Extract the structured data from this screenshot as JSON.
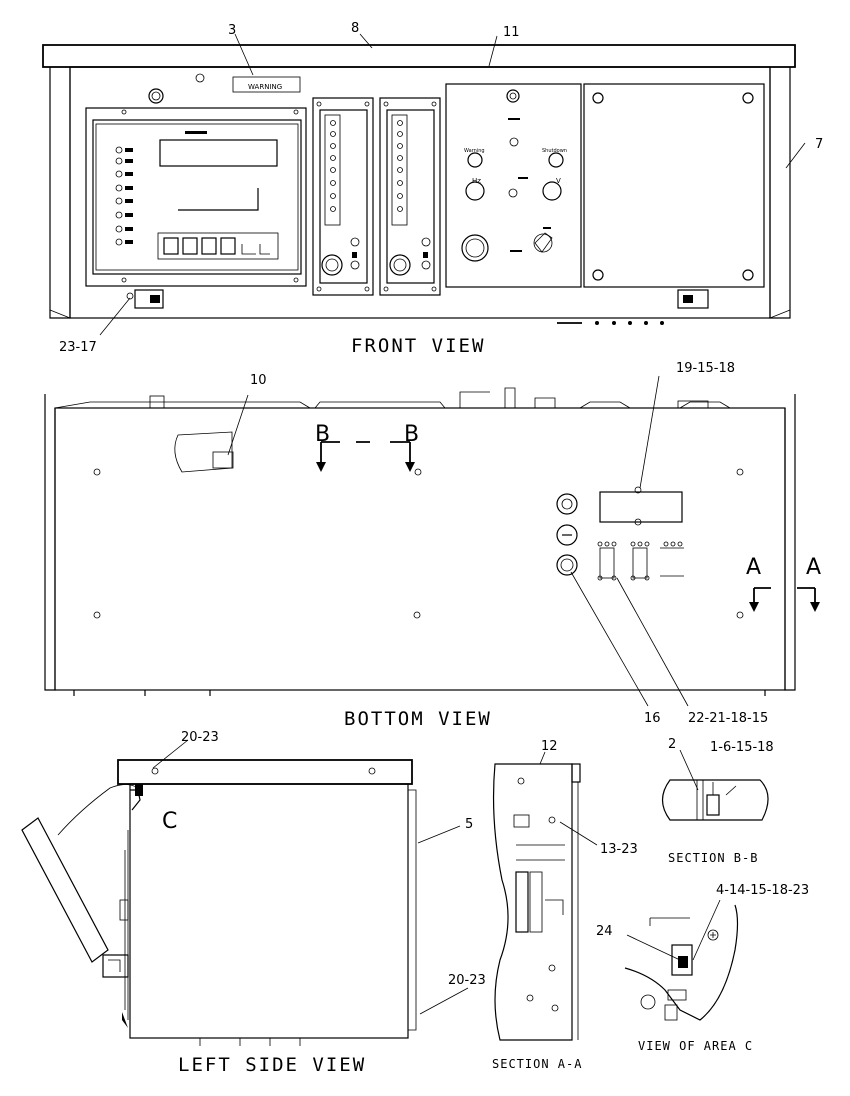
{
  "views": {
    "front": "FRONT VIEW",
    "bottom": "BOTTOM VIEW",
    "left_side": "LEFT SIDE VIEW",
    "section_aa": "SECTION A-A",
    "section_bb": "SECTION B-B",
    "area_c": "VIEW OF AREA C"
  },
  "callouts": {
    "c3": "3",
    "c8": "8",
    "c11": "11",
    "c7": "7",
    "c23_17": "23-17",
    "c10": "10",
    "c19_15_18": "19-15-18",
    "c16": "16",
    "c22_21_18_15": "22-21-18-15",
    "c20_23_top": "20-23",
    "c20_23_bottom": "20-23",
    "c12": "12",
    "c5": "5",
    "c13_23": "13-23",
    "c2": "2",
    "c1_6_15_18": "1-6-15-18",
    "c4_14_15_18_23": "4-14-15-18-23",
    "c24": "24"
  },
  "markers": {
    "section_b": "B",
    "section_a": "A",
    "area_c": "C"
  },
  "panel_text": {
    "warning_label": "WARNING",
    "warning": "Warning",
    "shutdown": "Shutdown",
    "hz": "Hz",
    "volts": "V"
  }
}
